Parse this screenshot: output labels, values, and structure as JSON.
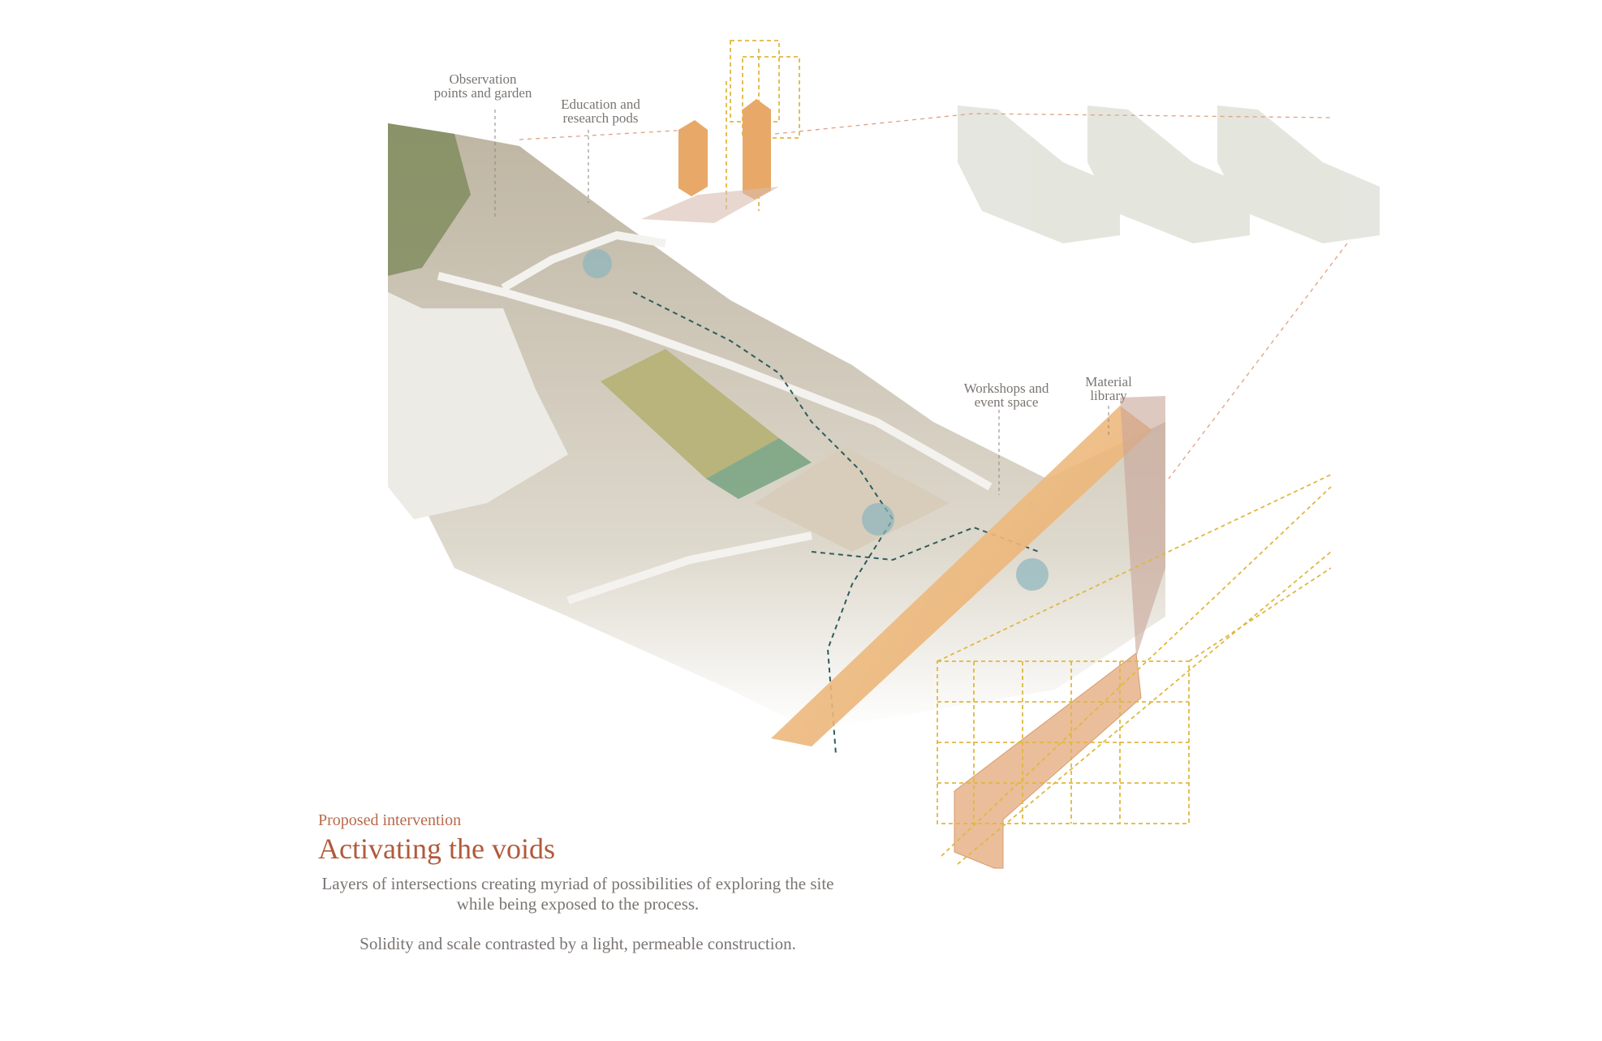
{
  "labels": {
    "observation": "Observation\npoints and garden",
    "education": "Education and\nresearch pods",
    "workshops": "Workshops and\nevent space",
    "material": "Material\nlibrary"
  },
  "caption": {
    "kicker": "Proposed intervention",
    "title": "Activating the voids",
    "paragraph1": "Layers of intersections creating myriad of possibilities of exploring the site while being exposed to the process.",
    "paragraph2": "Solidity and scale contrasted by a light, permeable construction."
  },
  "colors": {
    "accent": "#b05a3c",
    "timber": "#e8a860",
    "scaffold": "#e0b840",
    "path": "#2f5c5c",
    "terrain": "#b8ad98"
  }
}
